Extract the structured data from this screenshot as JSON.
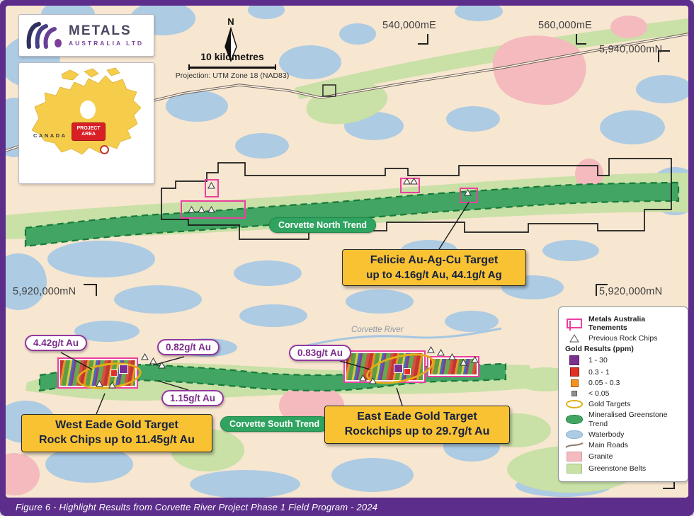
{
  "figure": {
    "caption": "Figure 6 - Highlight Results from Corvette River Project Phase 1 Field Program - 2024"
  },
  "branding": {
    "logo_title": "METALS",
    "logo_subtitle": "AUSTRALIA LTD"
  },
  "inset_map": {
    "country_label": "CANADA",
    "marker_label": "PROJECT AREA"
  },
  "compass": {
    "north_label": "N"
  },
  "scale": {
    "distance_label": "10 kilometres",
    "projection_label": "Projection: UTM Zone 18 (NAD83)"
  },
  "grid": {
    "easting_540": "540,000mE",
    "easting_560": "560,000mE",
    "northing_5940": "5,940,000mN",
    "northing_5920_left": "5,920,000mN",
    "northing_5920_right": "5,920,000mN"
  },
  "annotations": {
    "north_trend": "Corvette North Trend",
    "south_trend": "Corvette South Trend",
    "river": "Corvette River",
    "felicie": {
      "line1": "Felicie Au-Ag-Cu Target",
      "line2": "up to 4.16g/t Au, 44.1g/t Ag"
    },
    "west_eade": {
      "line1": "West Eade Gold Target",
      "line2": "Rock Chips up to 11.45g/t Au"
    },
    "east_eade": {
      "line1": "East Eade Gold Target",
      "line2": "Rockchips up to 29.7g/t Au"
    },
    "assays": [
      "4.42g/t Au",
      "0.82g/t Au",
      "1.15g/t Au",
      "0.83g/t Au"
    ]
  },
  "legend": {
    "tenements_label": "Metals Australia Tenements",
    "rock_chips_label": "Previous Rock Chips",
    "gold_results_header": "Gold Results (ppm)",
    "gold_results": [
      {
        "label": "1 - 30",
        "color": "#7b2f8e"
      },
      {
        "label": "0.3 - 1",
        "color": "#e03127"
      },
      {
        "label": "0.05 - 0.3",
        "color": "#f6921e"
      },
      {
        "label": "< 0.05",
        "color": "#8f8f8f"
      }
    ],
    "gold_targets_label": "Gold Targets",
    "mineralised_label": "Mineralised Greenstone Trend",
    "waterbody_label": "Waterbody",
    "roads_label": "Main Roads",
    "granite_label": "Granite",
    "greenstone_label": "Greenstone Belts"
  },
  "colors": {
    "frame_purple": "#5c2d8a",
    "map_background": "#f7e6d0",
    "waterbody": "#adcbe3",
    "greenstone_belt": "#c9e0a6",
    "granite": "#f4babd",
    "mineralised_trend": "#43a563",
    "trend_outline": "#177a3a",
    "callout_yellow": "#f9c233",
    "assay_purple": "#8c379c",
    "tenement_pink": "#ec3f9f",
    "gold_target_yellow": "#e0ae17"
  }
}
